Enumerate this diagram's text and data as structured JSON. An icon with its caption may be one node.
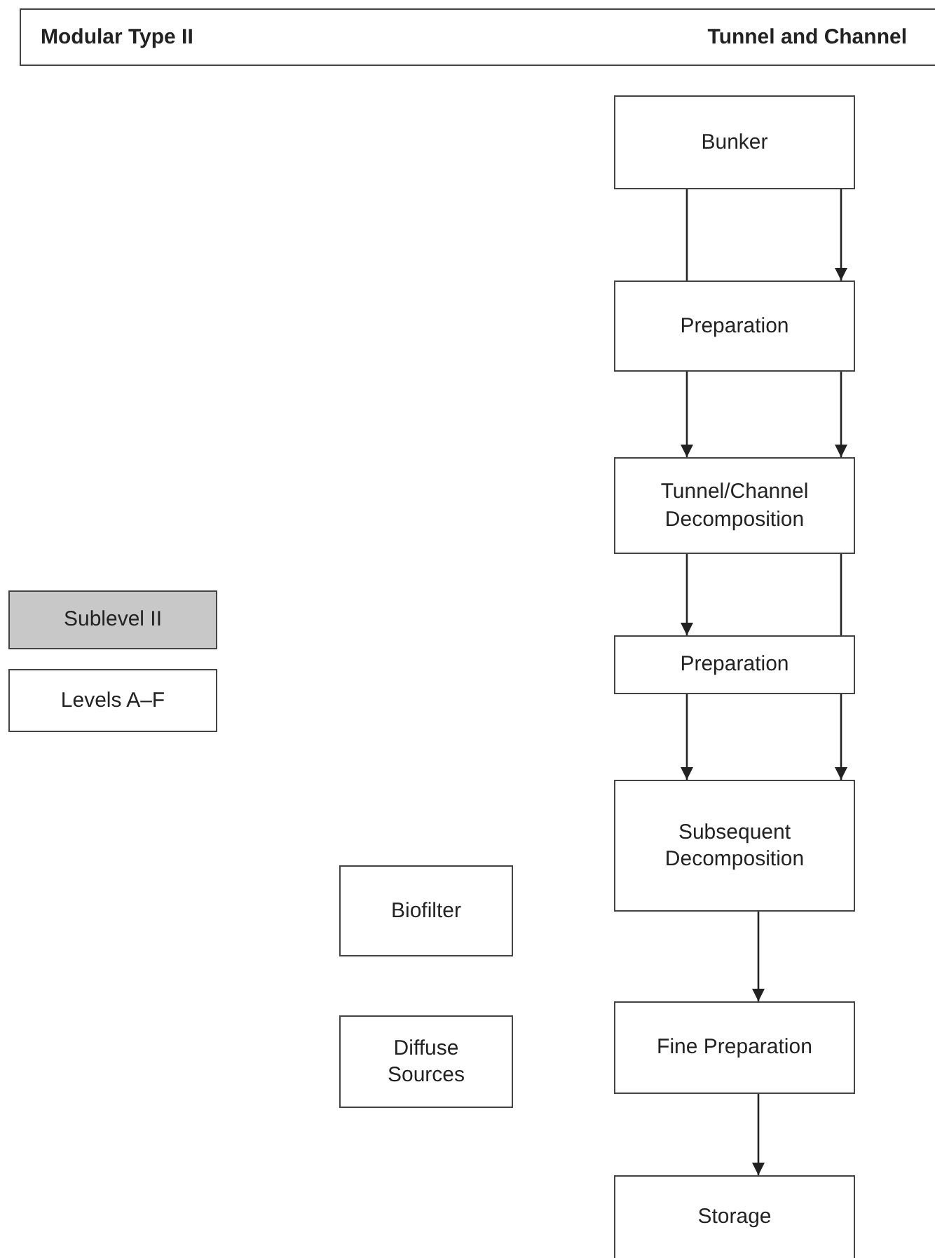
{
  "diagram": {
    "nodes": [
      {
        "text": [
          "Modular Type II",
          "Tunnel and Channel"
        ]
      },
      {
        "text": [
          "Bunker"
        ]
      },
      {
        "text": [
          "Preparation"
        ]
      },
      {
        "text": [
          "Tunnel/Channel Decomposition"
        ]
      },
      {
        "text": [
          "Sublevel II"
        ]
      },
      {
        "text": [
          "Preparation"
        ]
      },
      {
        "text": [
          "Levels A–F"
        ]
      },
      {
        "text": [
          "Subsequent Decomposition"
        ]
      },
      {
        "text": [
          "Biofilter"
        ]
      },
      {
        "text": [
          "Fine Preparation"
        ]
      },
      {
        "text": [
          "Diffuse Sources"
        ]
      },
      {
        "text": [
          "Storage"
        ]
      }
    ],
    "edges": [
      {
        "from": 1,
        "to": 2,
        "arrow": "none"
      },
      {
        "from": 1,
        "to": 2,
        "arrow": "to"
      },
      {
        "from": 2,
        "to": 3,
        "arrow": "to"
      },
      {
        "from": 2,
        "to": 3,
        "arrow": "to"
      },
      {
        "from": 3,
        "to": 5,
        "arrow": "to"
      },
      {
        "from": 3,
        "to": 5,
        "arrow": "none"
      },
      {
        "from": 5,
        "to": 7,
        "arrow": "to"
      },
      {
        "from": 5,
        "to": 7,
        "arrow": "to"
      },
      {
        "from": 7,
        "to": 9,
        "arrow": "to"
      },
      {
        "from": 9,
        "to": 11,
        "arrow": "to"
      }
    ]
  }
}
